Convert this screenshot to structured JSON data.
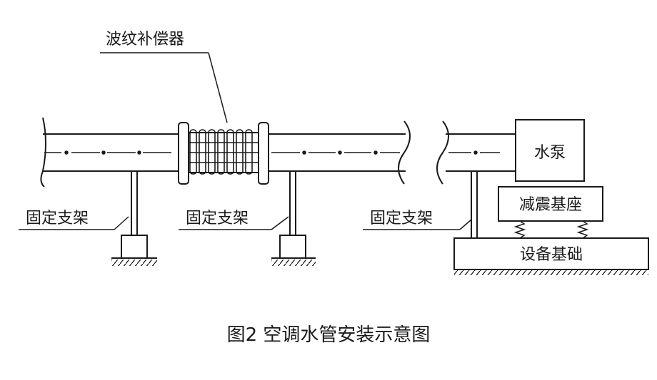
{
  "labels": {
    "compensator": "波纹补偿器",
    "fixed_support": "固定支架",
    "pump": "水泵",
    "damping_base": "减震基座",
    "equipment_foundation": "设备基础"
  },
  "caption": "图2  空调水管安装示意图",
  "colors": {
    "line": "#1a1a1a",
    "background": "#ffffff"
  }
}
